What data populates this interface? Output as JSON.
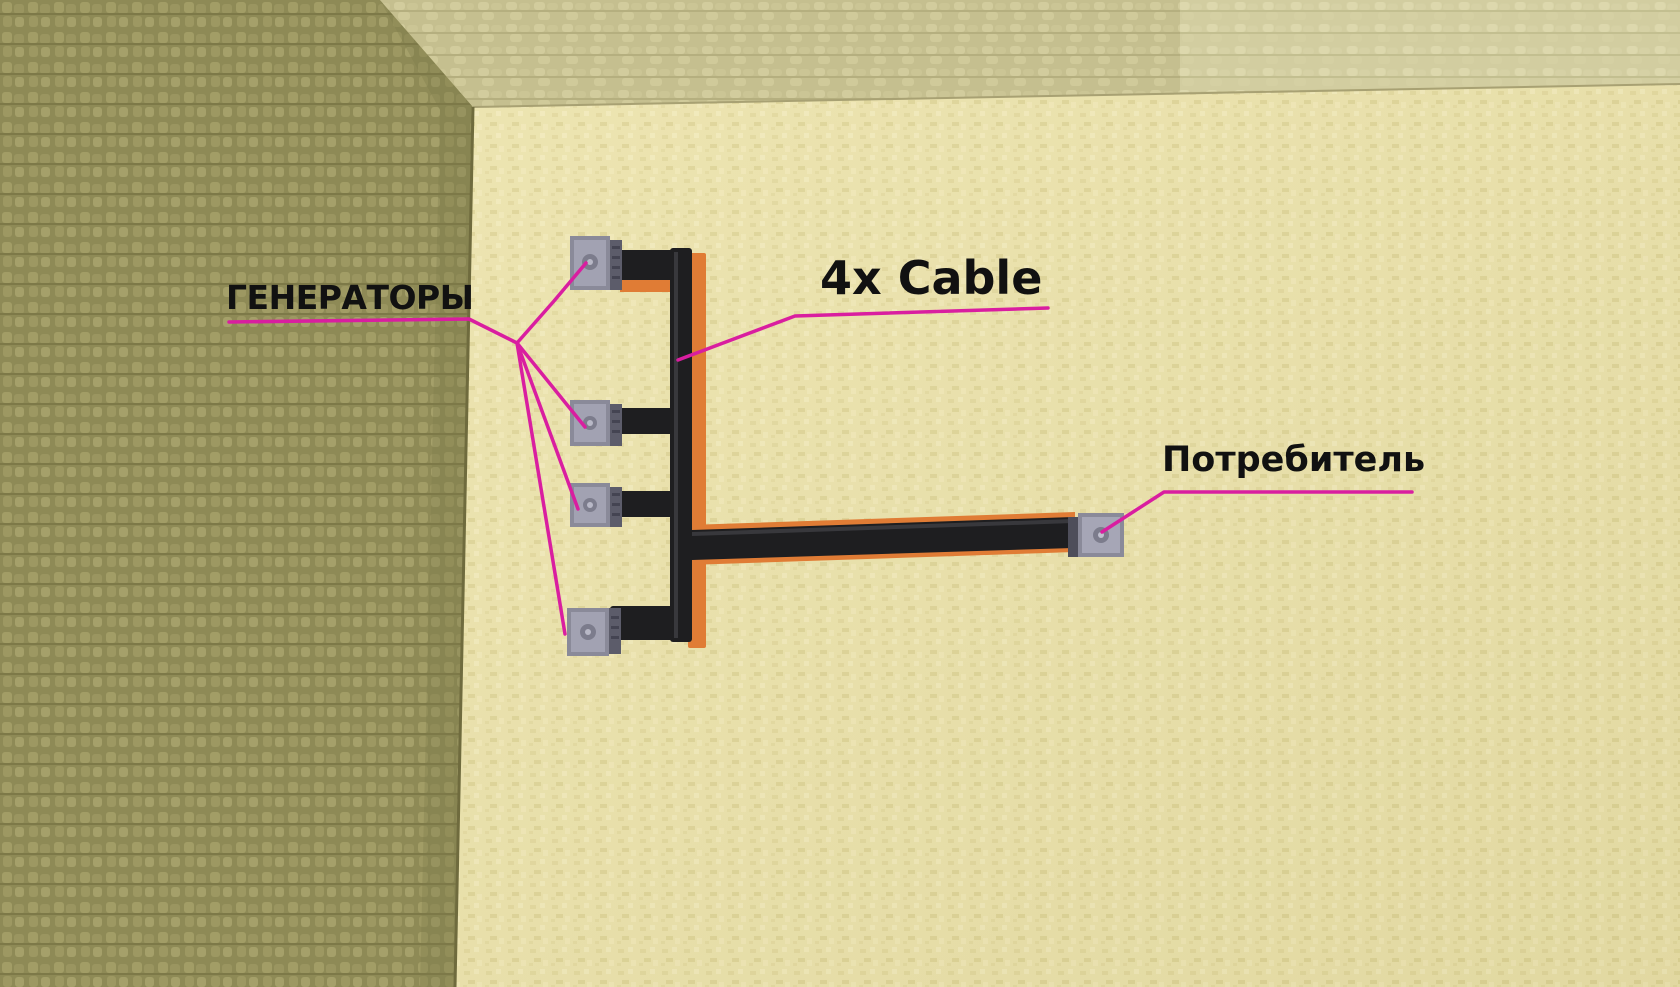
{
  "labels": {
    "generators": "ГЕНЕРАТОРЫ",
    "cable": "4x Cable",
    "consumer": "Потребитель"
  },
  "scene": {
    "generator_count": 4,
    "consumer_count": 1,
    "cable_multiplier": 4,
    "colors": {
      "annotation_line": "#d91ea0",
      "cable_core": "#1d1d1f",
      "cable_jacket": "#e07c35",
      "floor": "#e9e0a6",
      "wall_left": "#8f8b58",
      "wall_top": "#c9c394",
      "machine": "#8d8d9e"
    },
    "icons": [
      "generator-block-icon",
      "consumer-block-icon"
    ]
  }
}
